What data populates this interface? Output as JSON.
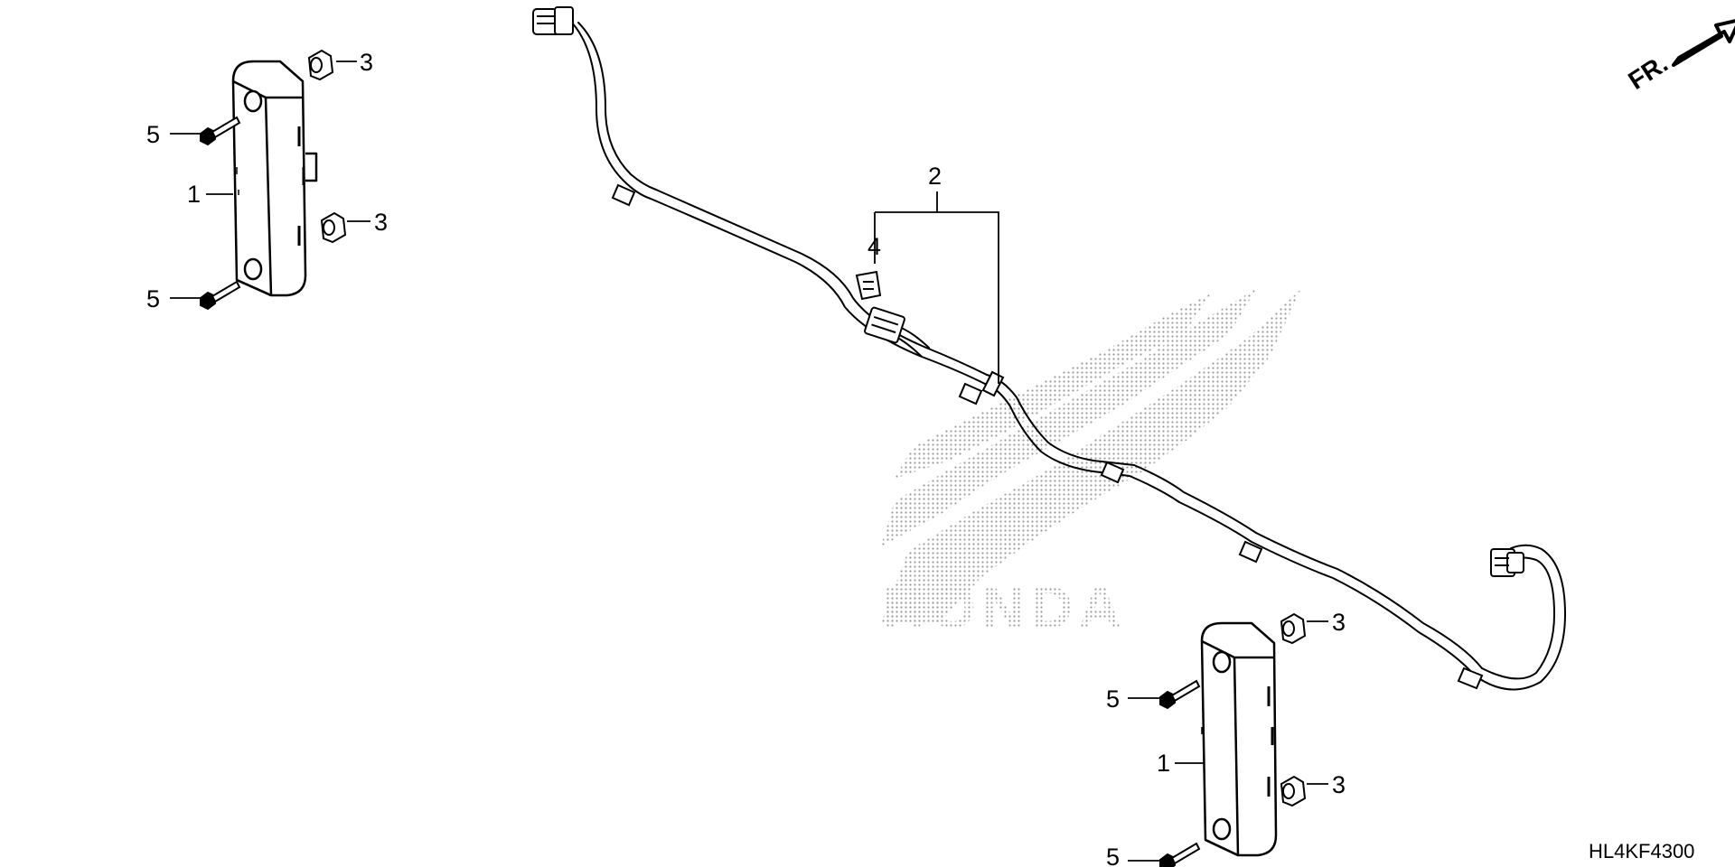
{
  "diagram": {
    "figure_code": "HL4KF4300",
    "direction_label": "FR.",
    "watermark_text": "HONDA",
    "watermark_wing": "honda-wing-logo",
    "callouts": {
      "c1_left": "1",
      "c1_right": "1",
      "c2": "2",
      "c3_tl": "3",
      "c3_ml": "3",
      "c3_tr": "3",
      "c3_br": "3",
      "c4": "4",
      "c5_tl": "5",
      "c5_bl": "5",
      "c5_mr": "5",
      "c5_br": "5"
    },
    "colors": {
      "line": "#000000",
      "watermark": "#b4b4b4",
      "background": "#ffffff"
    }
  }
}
